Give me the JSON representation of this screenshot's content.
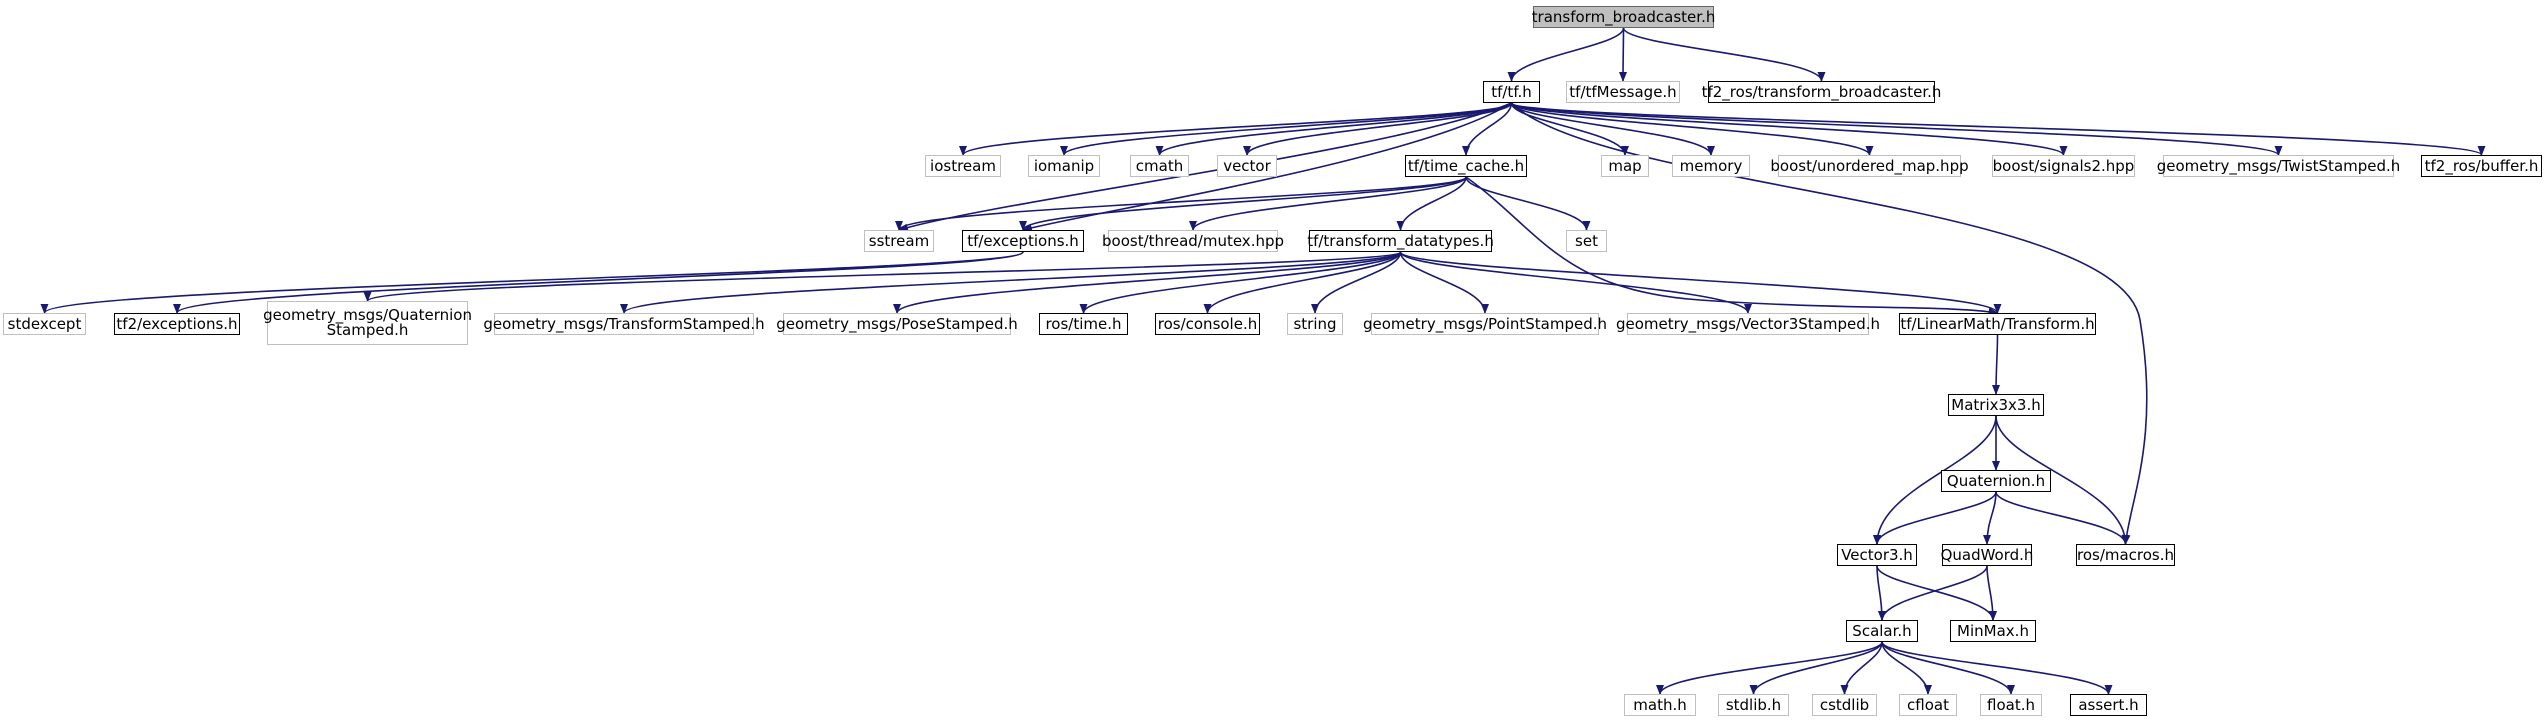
{
  "nodes": [
    {
      "id": "root",
      "label": "transform_broadcaster.h",
      "kind": "root"
    },
    {
      "id": "tf_tf",
      "label": "tf/tf.h",
      "kind": "doc"
    },
    {
      "id": "tfmessage",
      "label": "tf/tfMessage.h",
      "kind": "ext"
    },
    {
      "id": "tf2_ros_tb",
      "label": "tf2_ros/transform_broadcaster.h",
      "kind": "doc"
    },
    {
      "id": "iostream",
      "label": "iostream",
      "kind": "ext"
    },
    {
      "id": "iomanip",
      "label": "iomanip",
      "kind": "ext"
    },
    {
      "id": "cmath",
      "label": "cmath",
      "kind": "ext"
    },
    {
      "id": "vector",
      "label": "vector",
      "kind": "ext"
    },
    {
      "id": "time_cache",
      "label": "tf/time_cache.h",
      "kind": "doc"
    },
    {
      "id": "map",
      "label": "map",
      "kind": "ext"
    },
    {
      "id": "memory",
      "label": "memory",
      "kind": "ext"
    },
    {
      "id": "unordered_map",
      "label": "boost/unordered_map.hpp",
      "kind": "ext"
    },
    {
      "id": "signals2",
      "label": "boost/signals2.hpp",
      "kind": "ext"
    },
    {
      "id": "twist",
      "label": "geometry_msgs/TwistStamped.h",
      "kind": "ext"
    },
    {
      "id": "buffer",
      "label": "tf2_ros/buffer.h",
      "kind": "doc"
    },
    {
      "id": "sstream",
      "label": "sstream",
      "kind": "ext"
    },
    {
      "id": "tf_exceptions",
      "label": "tf/exceptions.h",
      "kind": "doc"
    },
    {
      "id": "mutex",
      "label": "boost/thread/mutex.hpp",
      "kind": "ext"
    },
    {
      "id": "set",
      "label": "set",
      "kind": "ext"
    },
    {
      "id": "datatypes",
      "label": "tf/transform_datatypes.h",
      "kind": "doc"
    },
    {
      "id": "stdexcept",
      "label": "stdexcept",
      "kind": "ext"
    },
    {
      "id": "tf2_exceptions",
      "label": "tf2/exceptions.h",
      "kind": "doc"
    },
    {
      "id": "quat_stamped",
      "label": "geometry_msgs/Quaternion\nStamped.h",
      "kind": "ext"
    },
    {
      "id": "transform_stamped",
      "label": "geometry_msgs/TransformStamped.h",
      "kind": "ext"
    },
    {
      "id": "pose_stamped",
      "label": "geometry_msgs/PoseStamped.h",
      "kind": "ext"
    },
    {
      "id": "ros_time",
      "label": "ros/time.h",
      "kind": "doc"
    },
    {
      "id": "ros_console",
      "label": "ros/console.h",
      "kind": "doc"
    },
    {
      "id": "string",
      "label": "string",
      "kind": "ext"
    },
    {
      "id": "point_stamped",
      "label": "geometry_msgs/PointStamped.h",
      "kind": "ext"
    },
    {
      "id": "vector3_stamped",
      "label": "geometry_msgs/Vector3Stamped.h",
      "kind": "ext"
    },
    {
      "id": "linearmath",
      "label": "tf/LinearMath/Transform.h",
      "kind": "doc"
    },
    {
      "id": "matrix3x3",
      "label": "Matrix3x3.h",
      "kind": "doc"
    },
    {
      "id": "quaternion",
      "label": "Quaternion.h",
      "kind": "doc"
    },
    {
      "id": "vector3",
      "label": "Vector3.h",
      "kind": "doc"
    },
    {
      "id": "quadword",
      "label": "QuadWord.h",
      "kind": "doc"
    },
    {
      "id": "ros_macros",
      "label": "ros/macros.h",
      "kind": "doc"
    },
    {
      "id": "scalar",
      "label": "Scalar.h",
      "kind": "doc"
    },
    {
      "id": "minmax",
      "label": "MinMax.h",
      "kind": "doc"
    },
    {
      "id": "math",
      "label": "math.h",
      "kind": "ext"
    },
    {
      "id": "stdlib",
      "label": "stdlib.h",
      "kind": "ext"
    },
    {
      "id": "cstdlib",
      "label": "cstdlib",
      "kind": "ext"
    },
    {
      "id": "cfloat",
      "label": "cfloat",
      "kind": "ext"
    },
    {
      "id": "float",
      "label": "float.h",
      "kind": "ext"
    },
    {
      "id": "assert",
      "label": "assert.h",
      "kind": "doc"
    }
  ],
  "edges": [
    [
      "root",
      "tf_tf"
    ],
    [
      "root",
      "tfmessage"
    ],
    [
      "root",
      "tf2_ros_tb"
    ],
    [
      "tf_tf",
      "iostream"
    ],
    [
      "tf_tf",
      "iomanip"
    ],
    [
      "tf_tf",
      "cmath"
    ],
    [
      "tf_tf",
      "vector"
    ],
    [
      "tf_tf",
      "sstream"
    ],
    [
      "tf_tf",
      "tf_exceptions"
    ],
    [
      "tf_tf",
      "time_cache"
    ],
    [
      "tf_tf",
      "map"
    ],
    [
      "tf_tf",
      "memory"
    ],
    [
      "tf_tf",
      "unordered_map"
    ],
    [
      "tf_tf",
      "signals2"
    ],
    [
      "tf_tf",
      "twist"
    ],
    [
      "tf_tf",
      "buffer"
    ],
    [
      "tf_tf",
      "ros_macros"
    ],
    [
      "time_cache",
      "sstream"
    ],
    [
      "time_cache",
      "tf_exceptions"
    ],
    [
      "time_cache",
      "mutex"
    ],
    [
      "time_cache",
      "set"
    ],
    [
      "time_cache",
      "datatypes"
    ],
    [
      "time_cache",
      "linearmath"
    ],
    [
      "tf_exceptions",
      "stdexcept"
    ],
    [
      "tf_exceptions",
      "tf2_exceptions"
    ],
    [
      "datatypes",
      "quat_stamped"
    ],
    [
      "datatypes",
      "transform_stamped"
    ],
    [
      "datatypes",
      "pose_stamped"
    ],
    [
      "datatypes",
      "ros_time"
    ],
    [
      "datatypes",
      "ros_console"
    ],
    [
      "datatypes",
      "string"
    ],
    [
      "datatypes",
      "point_stamped"
    ],
    [
      "datatypes",
      "vector3_stamped"
    ],
    [
      "datatypes",
      "linearmath"
    ],
    [
      "linearmath",
      "matrix3x3"
    ],
    [
      "matrix3x3",
      "vector3"
    ],
    [
      "matrix3x3",
      "quaternion"
    ],
    [
      "matrix3x3",
      "ros_macros"
    ],
    [
      "quaternion",
      "vector3"
    ],
    [
      "quaternion",
      "quadword"
    ],
    [
      "quaternion",
      "ros_macros"
    ],
    [
      "vector3",
      "scalar"
    ],
    [
      "vector3",
      "minmax"
    ],
    [
      "quadword",
      "scalar"
    ],
    [
      "quadword",
      "minmax"
    ],
    [
      "scalar",
      "math"
    ],
    [
      "scalar",
      "stdlib"
    ],
    [
      "scalar",
      "cstdlib"
    ],
    [
      "scalar",
      "cfloat"
    ],
    [
      "scalar",
      "float"
    ],
    [
      "scalar",
      "assert"
    ]
  ]
}
